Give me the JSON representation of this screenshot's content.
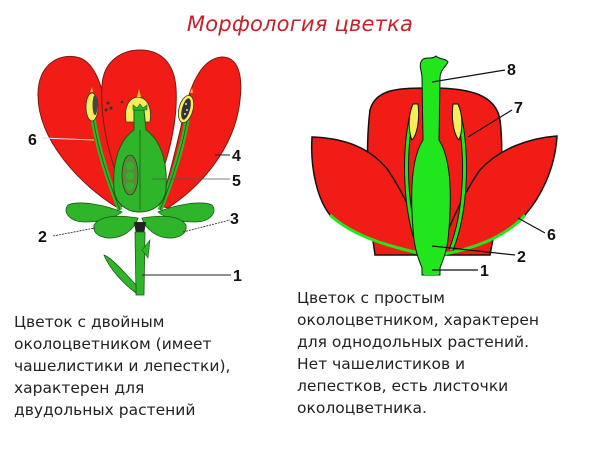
{
  "title": "Морфология цветка",
  "colors": {
    "title": "#c8202a",
    "petal": "#f21c17",
    "green_dicot": "#2fb52a",
    "green_monocot": "#22e61c",
    "anther": "#f5ee5a",
    "text": "#222222"
  },
  "left_flower": {
    "name": "dicot-flower",
    "labels": [
      "1",
      "2",
      "3",
      "4",
      "5",
      "6"
    ],
    "caption": "Цветок с двойным\nоколоцветником (имеет\nчашелистики и лепестки),\nхарактерен для\nдвудольных растений"
  },
  "right_flower": {
    "name": "monocot-flower",
    "labels": [
      "1",
      "2",
      "6",
      "7",
      "8"
    ],
    "caption": "Цветок с простым\nоколоцветником, характерен\nдля однодольных растений.\nНет чашелистиков и\nлепестков, есть листочки\nоколоцветника."
  }
}
